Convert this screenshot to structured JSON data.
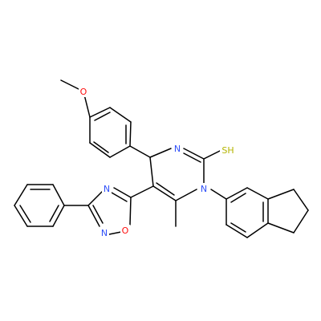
{
  "molecule": {
    "atom_labels": {
      "methoxy_oxygen": "O",
      "ring_nitrogen_top": "N",
      "ring_nitrogen_bottom": "N",
      "thiol": "SH",
      "oxadiazole_n_top": "N",
      "oxadiazole_n_bottom": "N",
      "oxadiazole_o": "O"
    },
    "colors": {
      "bond": "#000000",
      "nitrogen": "#3050F8",
      "oxygen": "#FF0D0D",
      "sulfur": "#B4B400"
    }
  }
}
